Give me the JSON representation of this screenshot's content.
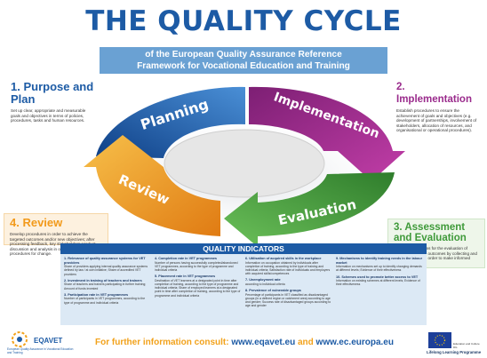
{
  "title": "THE QUALITY CYCLE",
  "subtitle": {
    "line1": "of the European Quality Assurance Reference",
    "line2": "Framework for Vocational Education and Training"
  },
  "cycle": {
    "segments": [
      {
        "label": "Planning",
        "color": "#1d5ba5"
      },
      {
        "label": "Implementation",
        "color": "#9a2b8c"
      },
      {
        "label": "Evaluation",
        "color": "#3f9a3a"
      },
      {
        "label": "Review",
        "color": "#f29a1b"
      }
    ]
  },
  "boxes": {
    "purpose": {
      "heading": "1. Purpose and Plan",
      "text": "Set up clear, appropriate and measurable goals and objectives in terms of policies, procedures, tasks and human resources.",
      "color": "#1d5ba5"
    },
    "implementation": {
      "heading": "2. Implementation",
      "text": "Establish procedures to ensure the achievement of goals and objectives (e.g. development of partnerships, involvement of stakeholders, allocation of resources, and organisational or operational procedures).",
      "color": "#9a2b8c"
    },
    "review": {
      "heading": "4. Review",
      "text": "Develop procedures in order to achieve the targeted outcomes and/or new objectives; after processing feedback, key stakeholders conduct discussion and analysis in order to devise procedures for change.",
      "color": "#f29a1b"
    },
    "assessment": {
      "heading": "3. Assessment and Evaluation",
      "text": "Design mechanisms for the evaluation of achievements and outcomes by collecting and processing data in order to make informed assessment.",
      "color": "#3f9a3a"
    }
  },
  "quality_indicators": {
    "header": "QUALITY INDICATORS",
    "columns": [
      [
        {
          "h": "1. Relevance of quality assurance systems for VET providers",
          "b": "Share of providers applying internal quality assurance systems defined by law / at own initiative; Share of accredited VET providers"
        },
        {
          "h": "2. Investment in training of teachers and trainers",
          "b": "Share of teachers and trainers participating in further training; Amount of funds invested"
        },
        {
          "h": "3. Participation rate in VET programmes",
          "b": "Number of participants in VET programmes, according to the type of programme and individual criteria"
        }
      ],
      [
        {
          "h": "4. Completion rate in VET programmes",
          "b": "Number of persons having successfully completed/abandoned VET programmes, according to the type of programme and individual criteria"
        },
        {
          "h": "5. Placement rate in VET programmes",
          "b": "Destination of VET learners at a designated point in time after completion of training, according to the type of programme and individual criteria; Share of employed learners at a designated point in time after completion of training, according to the type of programme and individual criteria"
        }
      ],
      [
        {
          "h": "6. Utilisation of acquired skills in the workplace",
          "b": "Information on occupation obtained by individuals after completion of training, according to the type of training and individual criteria; Satisfaction rate of individuals and employers with acquired skills/competences"
        },
        {
          "h": "7. Unemployment rate",
          "b": "according to individual criteria"
        },
        {
          "h": "8. Prevalence of vulnerable groups",
          "b": "Percentage of participants in VET classified as disadvantaged groups (in a defined region or catchment area) according to age and gender; Success rate of disadvantaged groups according to age and gender"
        }
      ],
      [
        {
          "h": "9. Mechanisms to identify training needs in the labour market",
          "b": "Information on mechanisms set up to identify changing demands at different levels; Evidence of their effectiveness"
        },
        {
          "h": "10. Schemes used to promote better access to VET",
          "b": "Information on existing schemes at different levels; Evidence of their effectiveness"
        }
      ]
    ]
  },
  "footer": {
    "prefix": "For further information consult:",
    "link1": "www.eqavet.eu",
    "and": "and",
    "link2": "www.ec.europa.eu"
  },
  "logos": {
    "eqavet_name": "EQAVET",
    "eqavet_tag": "European Quality Assurance in Vocational Education and Training",
    "eu_caption": "Lifelong Learning Programme",
    "eu_subcaption": "Education and Culture DG"
  }
}
